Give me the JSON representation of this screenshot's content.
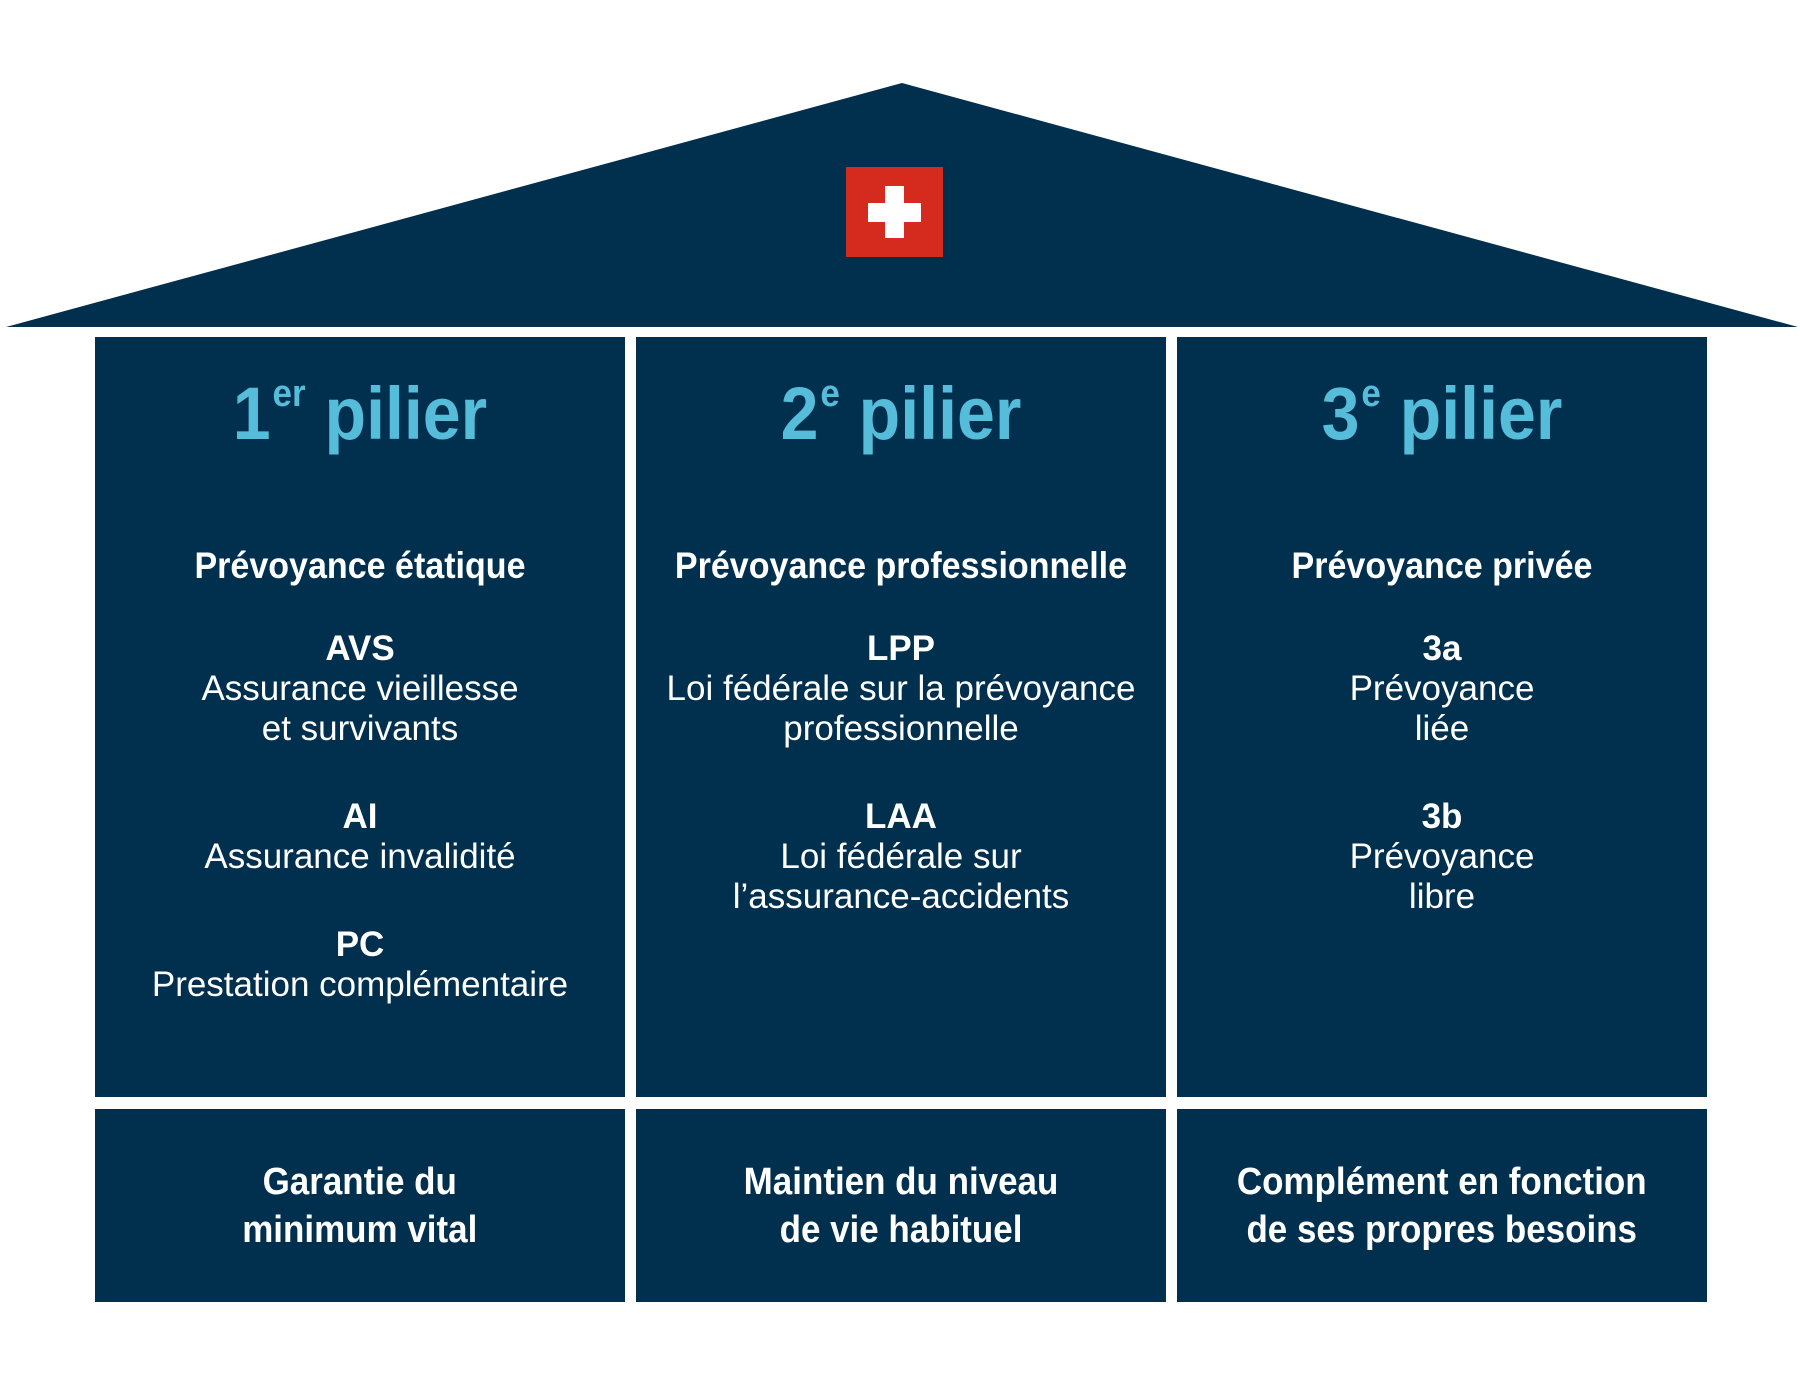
{
  "colors": {
    "navy": "#01304f",
    "accent": "#55bcd9",
    "flag_red": "#d52b1e",
    "white": "#ffffff"
  },
  "roof": {
    "icon": "swiss-flag-icon"
  },
  "pillars": [
    {
      "number": "1",
      "suffix": "er",
      "word": "pilier",
      "subtitle": "Prévoyance étatique",
      "items": [
        {
          "code": "AVS",
          "description": "Assurance vieillesse\net survivants"
        },
        {
          "code": "AI",
          "description": "Assurance invalidité"
        },
        {
          "code": "PC",
          "description": "Prestation complémentaire"
        }
      ],
      "footer": "Garantie du\nminimum vital"
    },
    {
      "number": "2",
      "suffix": "e",
      "word": "pilier",
      "subtitle": "Prévoyance professionnelle",
      "items": [
        {
          "code": "LPP",
          "description": "Loi fédérale sur la prévoyance\nprofessionnelle"
        },
        {
          "code": "LAA",
          "description": "Loi fédérale sur\nl’assurance-accidents"
        }
      ],
      "footer": "Maintien du niveau\nde vie habituel"
    },
    {
      "number": "3",
      "suffix": "e",
      "word": "pilier",
      "subtitle": "Prévoyance privée",
      "items": [
        {
          "code": "3a",
          "description": "Prévoyance\nliée"
        },
        {
          "code": "3b",
          "description": "Prévoyance\nlibre"
        }
      ],
      "footer": "Complément en fonction\nde ses propres besoins"
    }
  ]
}
